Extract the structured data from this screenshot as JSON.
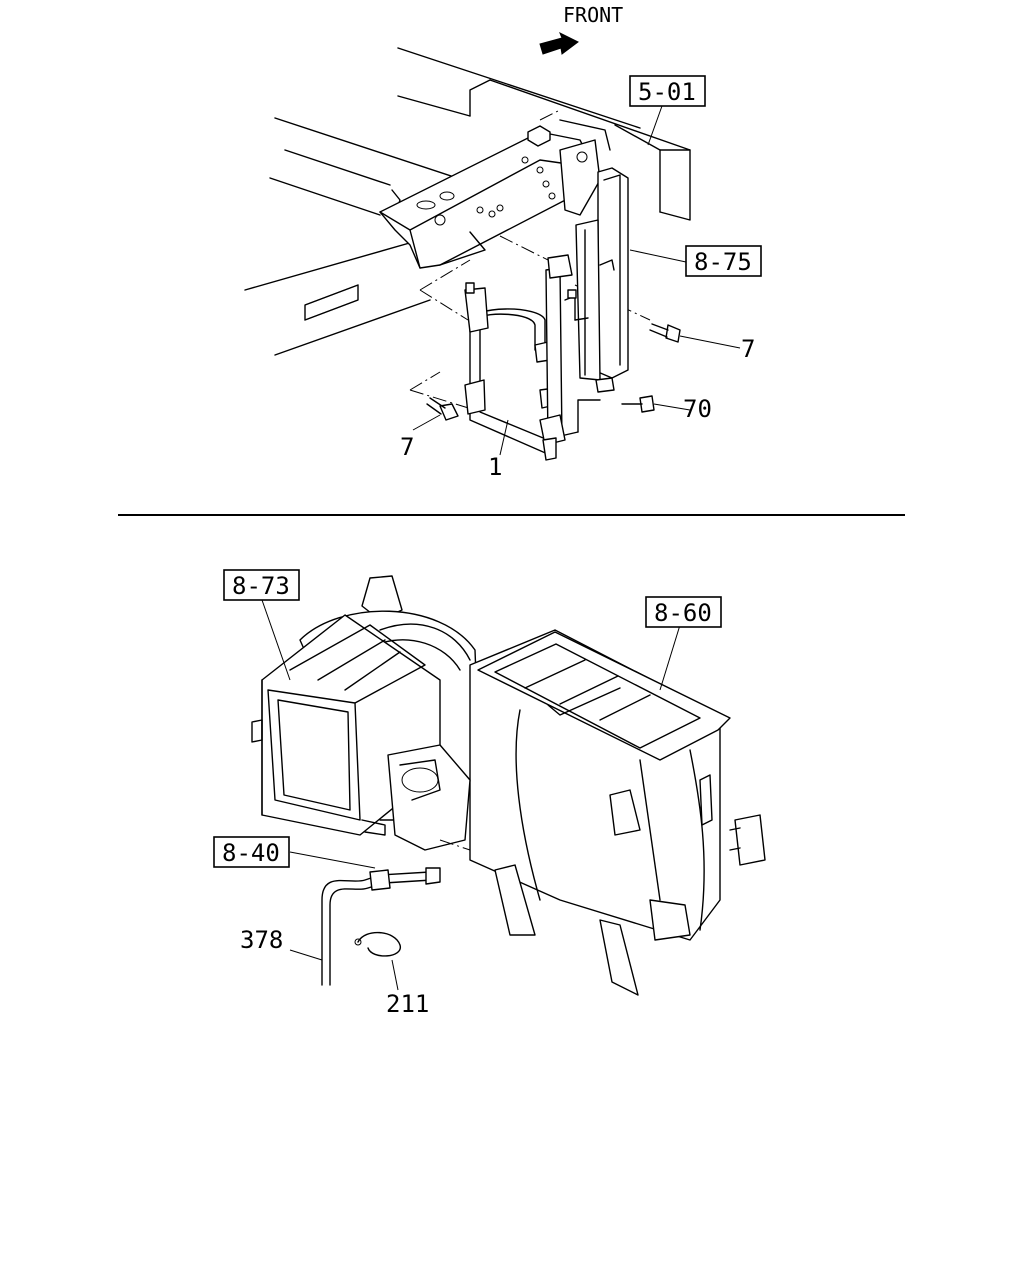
{
  "front_label": "FRONT",
  "callouts": {
    "ref_5_01": "5-01",
    "ref_8_75": "8-75",
    "ref_8_73": "8-73",
    "ref_8_60": "8-60",
    "ref_8_40": "8-40"
  },
  "part_numbers": {
    "p7_right": "7",
    "p70": "70",
    "p7_left": "7",
    "p1": "1",
    "p378": "378",
    "p211": "211"
  }
}
